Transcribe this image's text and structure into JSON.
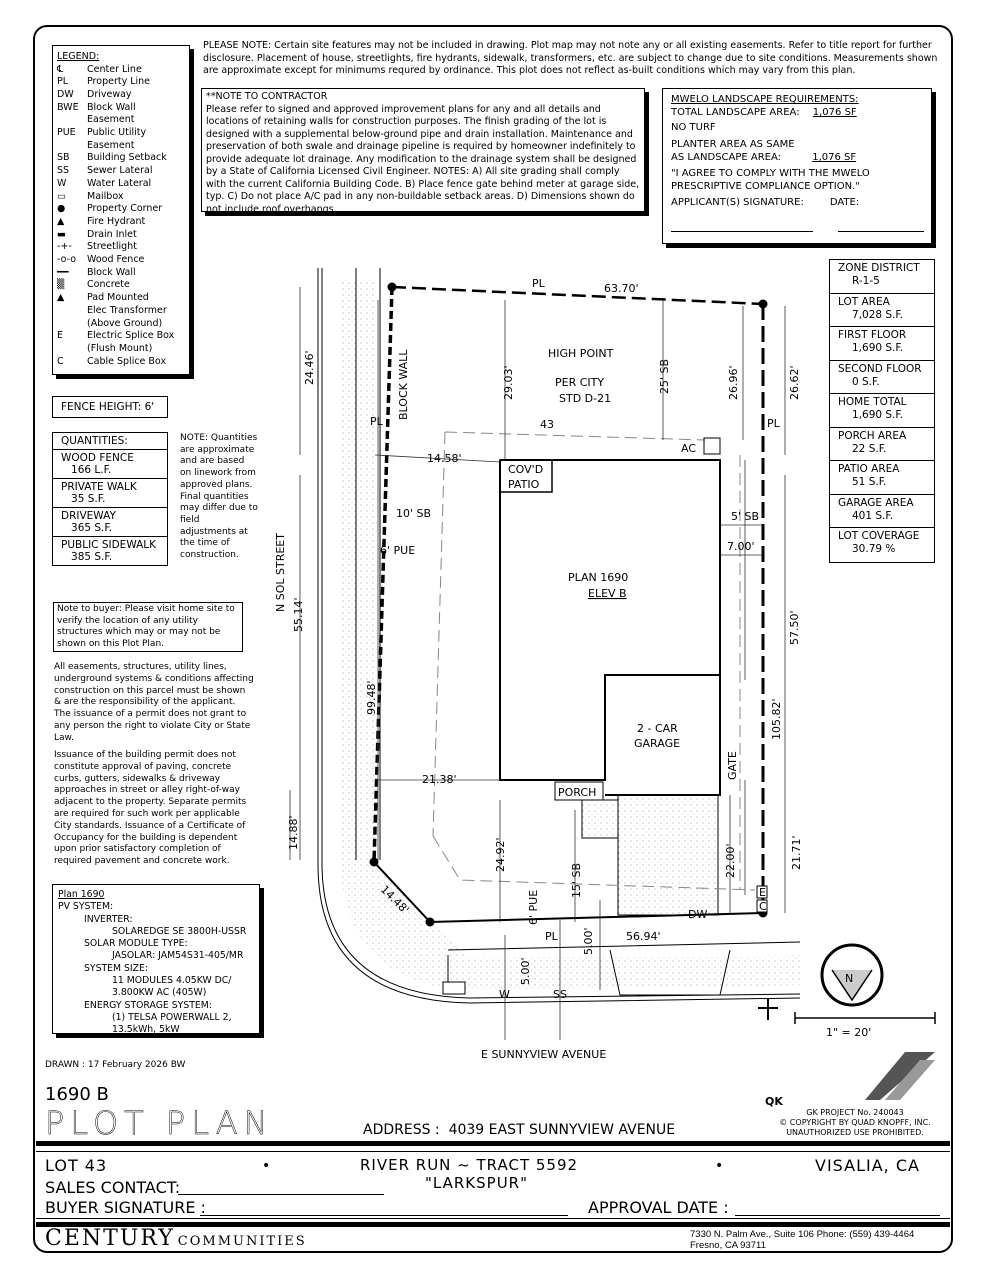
{
  "notes": {
    "please_note": "PLEASE NOTE:  Certain site features may not be included in drawing.  Plot map may not note any or all existing easements. Refer to title report for further disclosure.  Placement of house, streetlights, fire hydrants, sidewalk, transformers, etc. are subject to change due to site conditions.  Measurements shown are approximate except for minimums requred by ordinance.  This plot does not reflect as-built conditions which may vary from this plan.",
    "contractor_title": "**NOTE TO CONTRACTOR",
    "contractor_body": "Please refer to signed and approved improvement plans for any and all details and locations of retaining walls for construction purposes. The finish grading of the lot is designed with a supplemental below-ground pipe and drain installation.  Maintenance and preservation of both swale and drainage pipeline is required by homeowner indefinitely to provide adequate lot drainage.  Any modification to the drainage system shall be designed by a State of California Licensed Civil Engineer. NOTES:  A) All site grading shall comply with the current California Building Code. B) Place fence gate behind meter at garage side, typ.  C) Do not place A/C pad in any non-buildable setback areas.  D) Dimensions shown do not include roof overhangs.",
    "buyer_note": "Note to buyer: Please visit home site to verify the location of any utility structures which may or may not be shown on this Plot Plan.",
    "easements": "All easements, structures, utility lines, underground systems & conditions affecting construction on this parcel must be shown & are the responsibility of the applicant. The issuance of a permit does not grant to any person the right to violate City or State Law.",
    "issuance": "Issuance of the building permit does not constitute approval of paving, concrete curbs, gutters, sidewalks & driveway approaches in street or alley right-of-way adjacent to the property. Separate permits are required for such work per applicable City standards. Issuance of a Certificate of Occupancy for the building is dependent upon prior satisfactory completion of required pavement and concrete work.",
    "qty_note": "NOTE: Quantities are approximate and are based on linework from approved plans.  Final quantities may differ due to field adjustments at the time of construction."
  },
  "legend": {
    "title": "LEGEND:",
    "items": [
      {
        "sym": "℄",
        "label": "Center Line"
      },
      {
        "sym": "PL",
        "label": "Property Line"
      },
      {
        "sym": "DW",
        "label": "Driveway"
      },
      {
        "sym": "BWE",
        "label": "Block Wall"
      },
      {
        "sym": "",
        "label": "Easement"
      },
      {
        "sym": "PUE",
        "label": "Public Utility"
      },
      {
        "sym": "",
        "label": "Easement"
      },
      {
        "sym": "SB",
        "label": "Building Setback"
      },
      {
        "sym": "SS",
        "label": "Sewer Lateral"
      },
      {
        "sym": "W",
        "label": "Water Lateral"
      },
      {
        "sym": "▭",
        "label": "Mailbox"
      },
      {
        "sym": "●",
        "label": "Property Corner"
      },
      {
        "sym": "▲",
        "label": "Fire Hydrant"
      },
      {
        "sym": "▬",
        "label": "Drain Inlet"
      },
      {
        "sym": "-+-",
        "label": "Streetlight"
      },
      {
        "sym": "-o-o",
        "label": "Wood Fence"
      },
      {
        "sym": "━━",
        "label": "Block Wall"
      },
      {
        "sym": "▒",
        "label": "Concrete"
      },
      {
        "sym": "▲",
        "label": "Pad Mounted"
      },
      {
        "sym": "",
        "label": "Elec Transformer"
      },
      {
        "sym": "",
        "label": "(Above Ground)"
      },
      {
        "sym": "E",
        "label": "Electric Splice Box"
      },
      {
        "sym": "",
        "label": "(Flush Mount)"
      },
      {
        "sym": "C",
        "label": "Cable Splice Box"
      }
    ]
  },
  "fence_height": "FENCE HEIGHT: 6'",
  "quantities": {
    "title": "QUANTITIES:",
    "items": [
      {
        "name": "WOOD FENCE",
        "value": "166 L.F."
      },
      {
        "name": "PRIVATE WALK",
        "value": "35 S.F."
      },
      {
        "name": "DRIVEWAY",
        "value": "365 S.F."
      },
      {
        "name": "PUBLIC SIDEWALK",
        "value": "385 S.F."
      }
    ]
  },
  "pv": {
    "plan": "Plan 1690",
    "lines": [
      "PV SYSTEM:",
      "INVERTER:",
      "SOLAREDGE SE 3800H-USSR",
      "SOLAR MODULE TYPE:",
      "JASOLAR: JAM54S31-405/MR",
      "SYSTEM SIZE:",
      "11 MODULES 4.05KW DC/",
      "3.800KW AC (405W)",
      "ENERGY STORAGE SYSTEM:",
      "(1) TELSA POWERWALL 2,",
      "13.5kWh, 5kW"
    ]
  },
  "mwelo": {
    "title": "MWELO LANDSCAPE REQUIREMENTS:",
    "total_label": "TOTAL LANDSCAPE AREA:",
    "total_value": "1,076 SF",
    "turf": "NO TURF",
    "planter_label1": "PLANTER AREA AS SAME",
    "planter_label2": "AS LANDSCAPE AREA:",
    "planter_value": "1,076 SF",
    "agree": "\"I AGREE TO COMPLY WITH THE MWELO PRESCRIPTIVE COMPLIANCE OPTION.\"",
    "signature": "APPLICANT(S) SIGNATURE:",
    "date": "DATE:"
  },
  "stats": [
    {
      "label": "ZONE DISTRICT",
      "value": "R-1-5"
    },
    {
      "label": "LOT AREA",
      "value": "7,028 S.F."
    },
    {
      "label": "FIRST FLOOR",
      "value": "1,690 S.F."
    },
    {
      "label": "SECOND FLOOR",
      "value": "0 S.F."
    },
    {
      "label": "HOME TOTAL",
      "value": "1,690 S.F."
    },
    {
      "label": "PORCH AREA",
      "value": "22 S.F."
    },
    {
      "label": "PATIO AREA",
      "value": "51 S.F."
    },
    {
      "label": "GARAGE AREA",
      "value": "401 S.F."
    },
    {
      "label": "LOT COVERAGE",
      "value": "30.79 %"
    }
  ],
  "plan": {
    "lot": "43",
    "high_point": [
      "HIGH POINT",
      "PER CITY",
      "STD D-21"
    ],
    "house": "PLAN 1690",
    "elev": "ELEV B",
    "garage": [
      "2 - CAR",
      "GARAGE"
    ],
    "porch": "PORCH",
    "patio": [
      "COV'D",
      "PATIO"
    ],
    "street_west": "N SOL STREET",
    "street_south": "E SUNNYVIEW AVENUE",
    "block_wall": "BLOCK WALL",
    "ac": "AC",
    "gate": "GATE",
    "dw": "DW",
    "w": "W",
    "ss": "SS",
    "pl": "PL",
    "e_box": "E",
    "c_box": "C",
    "north": "N",
    "scale": "1\" = 20'",
    "dims": {
      "top": "63.70'",
      "d2903": "29.03'",
      "sb25": "25' SB",
      "d2696": "26.96'",
      "d2662": "26.62'",
      "d2446": "24.46'",
      "d1458": "14.58'",
      "sb10": "10' SB",
      "pue6a": "6' PUE",
      "sb5": "5' SB",
      "d700": "7.00'",
      "d5750": "57.50'",
      "d10582": "105.82'",
      "d5514": "55.14'",
      "d9948": "99.48'",
      "d2138": "21.38'",
      "d1488": "14.88'",
      "d2492": "24.92'",
      "sb15": "15' SB",
      "pue6b": "6' PUE",
      "d500a": "5.00'",
      "d500b": "5.00'",
      "d2200": "22.00'",
      "d2171": "21.71'",
      "d1448": "14.48'",
      "d5694": "56.94'"
    }
  },
  "title_block": {
    "drawn": "DRAWN :  17 February 2026  BW",
    "plan_elev": "1690  B",
    "title": "PLOT PLAN",
    "address_label": "ADDRESS :",
    "address": "4039 EAST SUNNYVIEW AVENUE",
    "lot": "LOT 43",
    "tract": "RIVER RUN ~ TRACT 5592",
    "name": "\"LARKSPUR\"",
    "city": "VISALIA, CA",
    "sales": "SALES CONTACT:",
    "buyer": "BUYER SIGNATURE :",
    "approval": "APPROVAL DATE :",
    "company1": "CENTURY",
    "company2": "COMMUNITIES",
    "office1": "7330 N. Palm Ave., Suite 106    Phone:  (559) 439-4464",
    "office2": "Fresno, CA  93711",
    "qk_logo": "QK",
    "qk_project": "GK PROJECT No. 240043",
    "qk_copyright": "©  COPYRIGHT BY QUAD KNOPFF, INC.",
    "qk_unauth": "UNAUTHORIZED USE PROHIBITED."
  }
}
